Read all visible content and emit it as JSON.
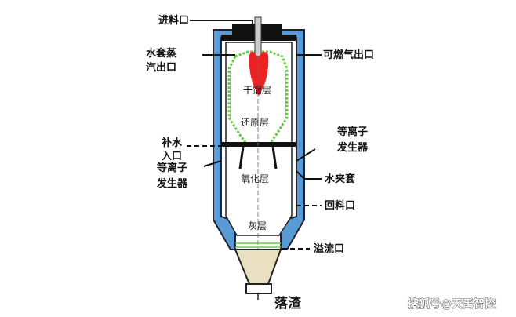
{
  "labels": {
    "feed_inlet": "进料口",
    "jacket_steam_outlet_1": "水套蒸",
    "jacket_steam_outlet_2": "汽出口",
    "gas_outlet": "可燃气出口",
    "drying_layer": "干馏层",
    "reduction_layer": "还原层",
    "water_inlet_1": "补水",
    "water_inlet_2": "入口",
    "plasma_left_1": "等离子",
    "plasma_left_2": "发生器",
    "plasma_right_1": "等离子",
    "plasma_right_2": "发生器",
    "oxidation_layer": "氧化层",
    "water_jacket": "水夹套",
    "return_inlet": "回料口",
    "ash_layer": "灰层",
    "overflow_outlet": "溢流口",
    "slag": "落渣"
  },
  "watermark": "搜狐号@天禹智控",
  "colors": {
    "jacket": "#5b9bd5",
    "wall": "#111111",
    "flame": "#ee2222",
    "refractory": "#66cc44",
    "ash": "#e8e0c0"
  }
}
